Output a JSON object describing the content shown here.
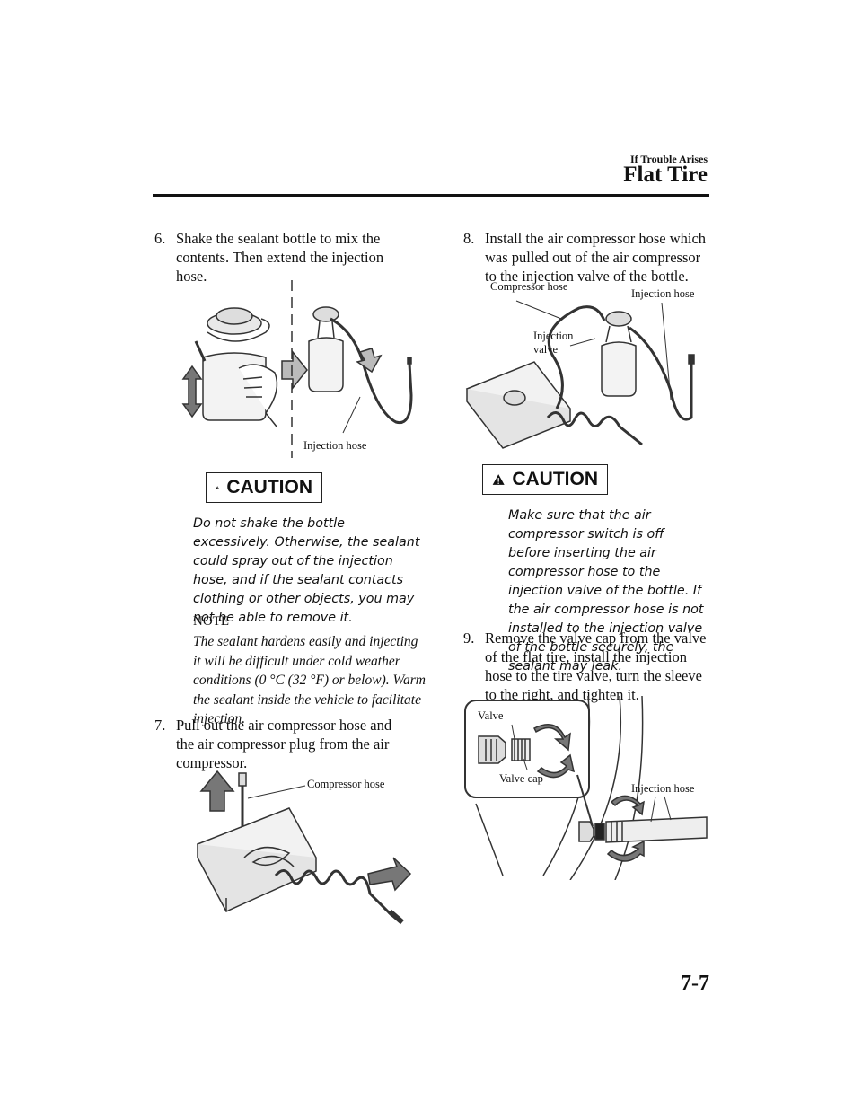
{
  "header": {
    "section": "If Trouble Arises",
    "title": "Flat Tire"
  },
  "page_number": "7-7",
  "left": {
    "step6": {
      "number": "6.",
      "text": "Shake the sealant bottle to mix the contents. Then extend the injection hose."
    },
    "fig1_label": "Injection hose",
    "caution": {
      "heading": "CAUTION",
      "text": "Do not shake the bottle excessively. Otherwise, the sealant could spray out of the injection hose, and if the sealant contacts clothing or other objects, you may not be able to remove it."
    },
    "note": {
      "heading": "NOTE",
      "text": "The sealant hardens easily and injecting it will be difficult under cold weather conditions (0 °C (32 °F) or below). Warm the sealant inside the vehicle to facilitate injection."
    },
    "step7": {
      "number": "7.",
      "text": "Pull out the air compressor hose and the air compressor plug from the air compressor."
    },
    "fig2_label": "Compressor hose"
  },
  "right": {
    "step8": {
      "number": "8.",
      "text": "Install the air compressor hose which was pulled out of the air compressor to the injection valve of the bottle."
    },
    "fig3_labels": {
      "compressor_hose": "Compressor hose",
      "injection_hose": "Injection hose",
      "injection_valve_1": "Injection",
      "injection_valve_2": "valve"
    },
    "caution": {
      "heading": "CAUTION",
      "text": "Make sure that the air compressor switch is off before inserting the air compressor hose to the injection valve of the bottle. If the air compressor hose is not installed to the injection valve of the bottle securely, the sealant may leak."
    },
    "step9": {
      "number": "9.",
      "text": "Remove the valve cap from the valve of the flat tire, install the injection hose to the tire valve, turn the sleeve to the right, and tighten it."
    },
    "fig4_labels": {
      "valve": "Valve",
      "valve_cap": "Valve cap",
      "injection_hose": "Injection hose"
    }
  },
  "colors": {
    "text": "#111111",
    "warning_triangle": "#111111",
    "illustration_line": "#333333"
  }
}
